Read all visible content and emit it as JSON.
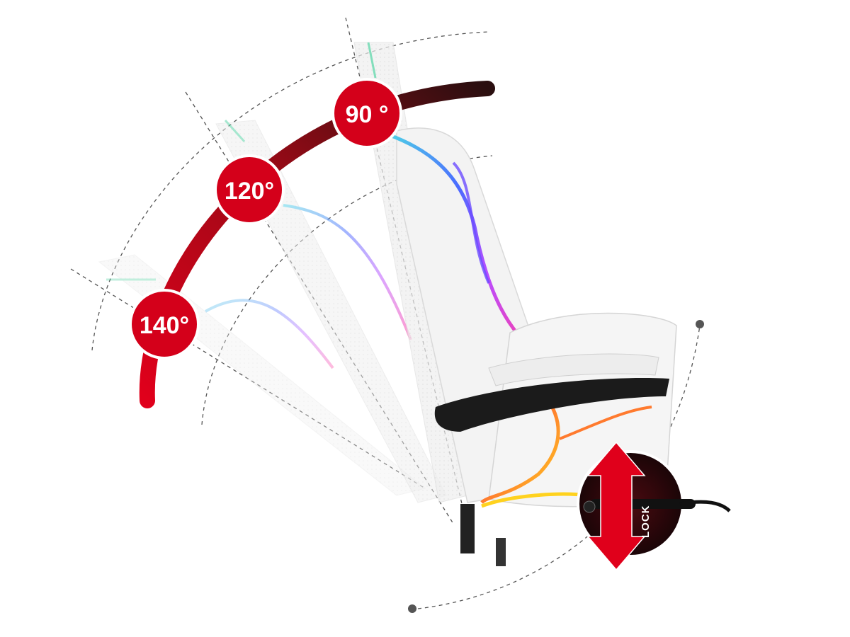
{
  "recline_angles": [
    {
      "label": "90 °",
      "color": "#d4001a"
    },
    {
      "label": "120°",
      "color": "#d4001a"
    },
    {
      "label": "140°",
      "color": "#d4001a"
    }
  ],
  "lock_badge": {
    "label": "LOCK",
    "arrow_color": "#e0001b"
  },
  "colors": {
    "arc_start": "#e0001b",
    "arc_end": "#2a0f10",
    "chair_body": "#f1f1f1",
    "armrest": "#1b1b1b",
    "rgb_led": [
      "#4fd1a0",
      "#4aa8ff",
      "#6b4cff",
      "#e04cff",
      "#ff4fa3",
      "#ff7a2e",
      "#ffd21e"
    ]
  }
}
